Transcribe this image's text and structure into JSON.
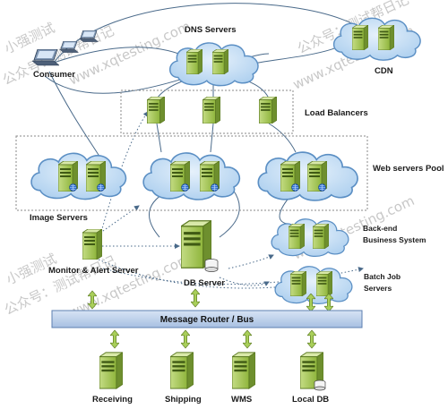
{
  "labels": {
    "dns_servers": "DNS Servers",
    "cdn": "CDN",
    "consumer": "Consumer",
    "load_balancers": "Load Balancers",
    "web_servers_pool": "Web servers Pool",
    "image_servers": "Image Servers",
    "monitor_alert_server": "Monitor & Alert Server",
    "db_server": "DB Server",
    "backend_business_system_line1": "Back-end",
    "backend_business_system_line2": "Business System",
    "batch_job_servers_line1": "Batch Job",
    "batch_job_servers_line2": "Servers",
    "message_bus": "Message Router / Bus",
    "receiving": "Receiving",
    "shipping": "Shipping",
    "wms": "WMS",
    "local_db": "Local DB"
  },
  "watermark": {
    "name": "小强测试",
    "account": "公众号：测试帮日记",
    "url": "www.xqtesting.com"
  },
  "colors": {
    "cloud_fill": "#bcd9f2",
    "cloud_stroke": "#5b8fc4",
    "server_front": "#9bc24a",
    "server_side": "#6e8f2e",
    "bus_fill": "#b9cde9",
    "bus_stroke": "#5d7fb0",
    "arrow_fill": "#a9cf5a",
    "line": "#4a6a8a"
  }
}
